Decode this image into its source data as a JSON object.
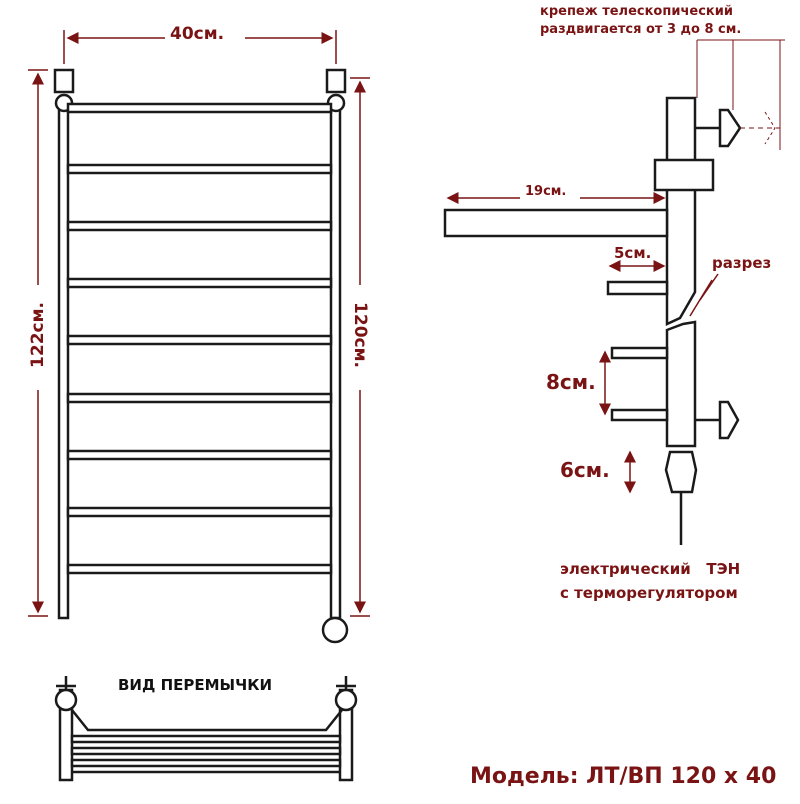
{
  "colors": {
    "dimension": "#7a1414",
    "line": "#1a1a1a",
    "fill": "#ffffff"
  },
  "front_view": {
    "width_label": "40см.",
    "total_height_label": "122см.",
    "axis_height_label": "120см.",
    "rung_count": 9
  },
  "side_view": {
    "mount_note_line1": "крепеж телескопический",
    "mount_note_line2": "раздвигается от 3 до 8 см.",
    "top_bar_depth_label": "19см.",
    "short_bar_depth_label": "5см.",
    "cut_label": "разрез",
    "lower_spacing_label": "8см.",
    "heater_length_label": "6см.",
    "heater_note_line1": "электрический   ТЭН",
    "heater_note_line2": "с терморегулятором"
  },
  "bridge_view": {
    "title": "ВИД ПЕРЕМЫЧКИ"
  },
  "model": {
    "label": "Модель: ЛТ/ВП 120 х 40"
  }
}
